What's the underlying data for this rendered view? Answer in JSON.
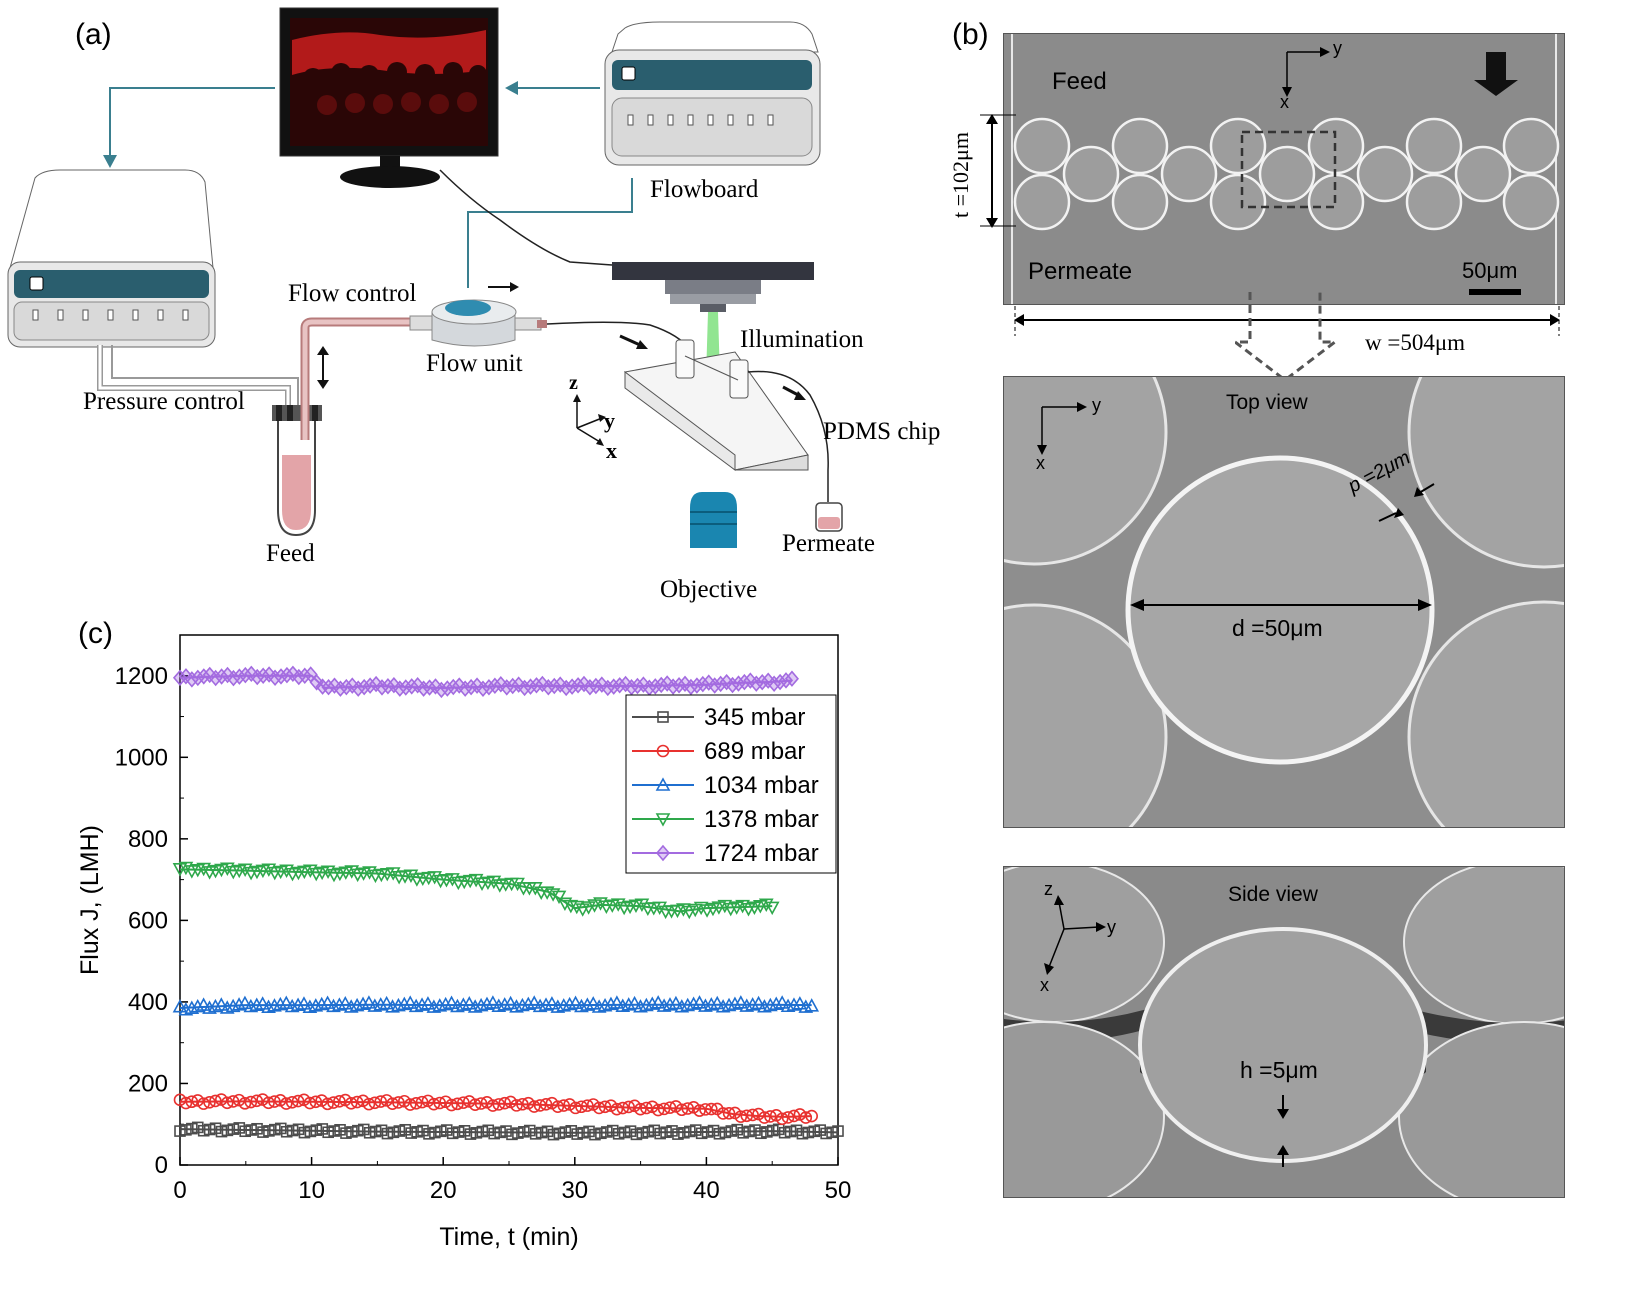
{
  "panel_a": {
    "letter": "(a)",
    "labels": {
      "flowboard": "Flowboard",
      "flow_control": "Flow control",
      "flow_unit": "Flow unit",
      "pressure_control": "Pressure control",
      "illumination": "Illumination",
      "pdms_chip": "PDMS chip",
      "feed": "Feed",
      "permeate": "Permeate",
      "objective": "Objective",
      "axis_z": "z",
      "axis_y": "y",
      "axis_x": "x"
    }
  },
  "panel_b": {
    "letter": "(b)",
    "top": {
      "feed": "Feed",
      "permeate": "Permeate",
      "scalebar": "50μm",
      "t_label": "t =102μm",
      "w_label": "w =504μm",
      "axis_x": "x",
      "axis_y": "y"
    },
    "middle": {
      "title": "Top view",
      "p_label": "p =2μm",
      "d_label": "d =50μm",
      "axis_x": "x",
      "axis_y": "y"
    },
    "bottom": {
      "title": "Side view",
      "h_label": "h =5μm",
      "axis_x": "x",
      "axis_y": "y",
      "axis_z": "z"
    }
  },
  "panel_c": {
    "letter": "(c)"
  },
  "chart_data": {
    "type": "line",
    "xlabel": "Time, t (min)",
    "ylabel": "Flux J, (LMH)",
    "xlim": [
      0,
      50
    ],
    "ylim": [
      0,
      1300
    ],
    "xticks": [
      "0",
      "10",
      "20",
      "30",
      "40",
      "50"
    ],
    "yticks": [
      "0",
      "200",
      "400",
      "600",
      "800",
      "1000",
      "1200"
    ],
    "legend_position": "top-right",
    "series": [
      {
        "name": "345 mbar",
        "color": "#4d4d4d",
        "marker": "square",
        "x": [
          0,
          5,
          10,
          15,
          20,
          25,
          30,
          35,
          40,
          45,
          50
        ],
        "y": [
          88,
          86,
          84,
          82,
          81,
          80,
          79,
          80,
          81,
          83,
          80
        ]
      },
      {
        "name": "689 mbar",
        "color": "#e8312f",
        "marker": "circle",
        "x": [
          0,
          5,
          10,
          15,
          20,
          25,
          30,
          35,
          40,
          42,
          44,
          46,
          48
        ],
        "y": [
          155,
          156,
          155,
          154,
          152,
          150,
          145,
          140,
          138,
          125,
          120,
          118,
          120
        ]
      },
      {
        "name": "1034 mbar",
        "color": "#1f6fd0",
        "marker": "triangle-up",
        "x": [
          0,
          5,
          10,
          15,
          20,
          25,
          30,
          35,
          40,
          45,
          48
        ],
        "y": [
          385,
          392,
          392,
          393,
          392,
          393,
          392,
          393,
          393,
          393,
          392
        ]
      },
      {
        "name": "1378 mbar",
        "color": "#2ea84b",
        "marker": "triangle-down",
        "x": [
          0,
          5,
          10,
          15,
          20,
          25,
          28,
          30,
          32,
          35,
          38,
          40,
          42,
          45
        ],
        "y": [
          725,
          722,
          718,
          715,
          700,
          690,
          670,
          630,
          638,
          635,
          622,
          630,
          632,
          635
        ]
      },
      {
        "name": "1724 mbar",
        "color": "#a36be0",
        "marker": "diamond",
        "x": [
          0,
          5,
          10,
          11,
          15,
          20,
          25,
          30,
          35,
          40,
          42,
          45,
          46.5
        ],
        "y": [
          1195,
          1200,
          1200,
          1170,
          1175,
          1170,
          1175,
          1175,
          1175,
          1178,
          1182,
          1185,
          1188
        ]
      }
    ]
  }
}
